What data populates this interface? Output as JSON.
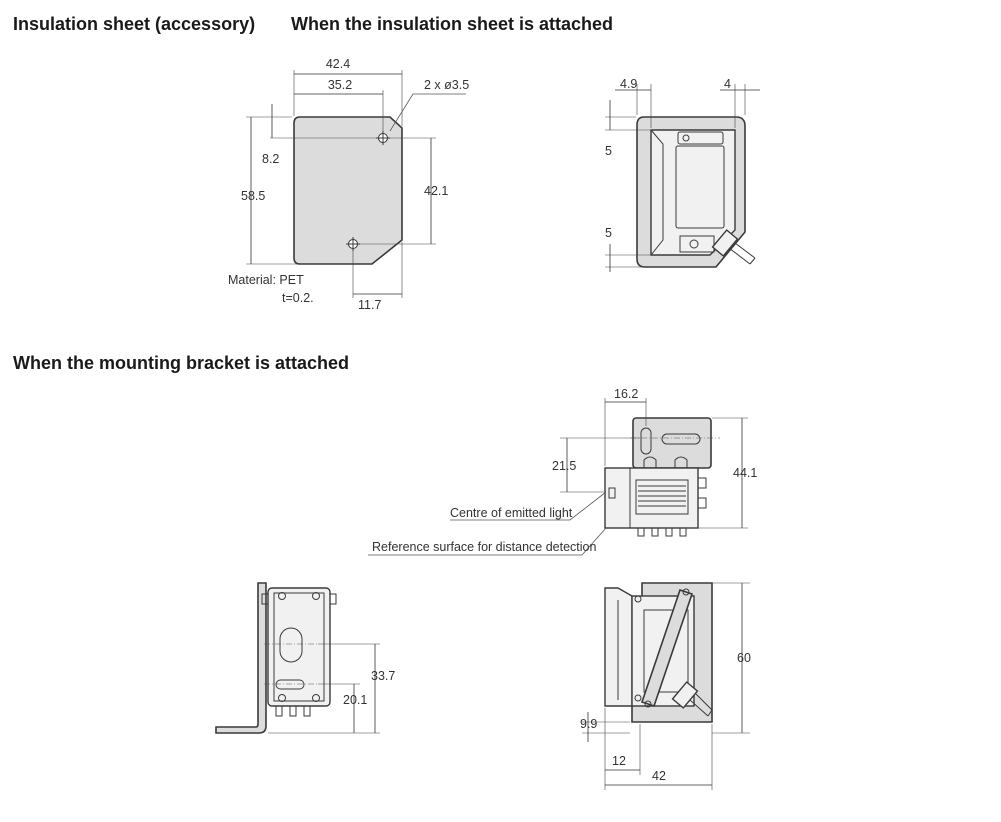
{
  "headings": {
    "insulation_sheet": "Insulation sheet (accessory)",
    "sheet_attached": "When the insulation sheet is attached",
    "bracket_attached": "When the mounting bracket is attached"
  },
  "insulation_sheet_view": {
    "dim_width": "42.4",
    "dim_hole_x": "35.2",
    "dim_holes": "2 x ø3.5",
    "dim_top_offset": "8.2",
    "dim_height": "58.5",
    "dim_hole_pitch": "42.1",
    "dim_bottom_hole": "11.7",
    "material": "Material: PET",
    "thickness": "t=0.2."
  },
  "sheet_attached_view": {
    "dim_left": "4.9",
    "dim_right": "4",
    "dim_top": "5",
    "dim_bottom": "5"
  },
  "bracket_top_view": {
    "dim_width": "16.2",
    "dim_center": "21.5",
    "dim_height": "44.1",
    "label_center": "Centre of emitted light",
    "label_reference": "Reference surface for distance detection"
  },
  "bracket_side_view": {
    "dim_upper": "33.7",
    "dim_lower": "20.1"
  },
  "bracket_front_view": {
    "dim_height": "60",
    "dim_bottom": "9.9",
    "dim_offset": "12",
    "dim_width": "42"
  },
  "colors": {
    "part_fill": "#dcdcdc",
    "line": "#333333"
  }
}
